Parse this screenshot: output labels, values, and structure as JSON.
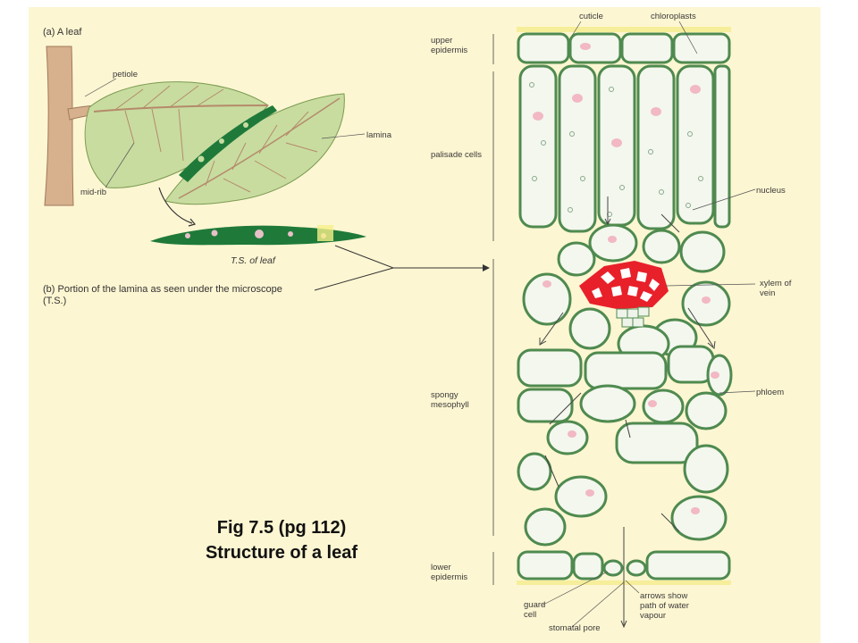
{
  "leaf_panel": {
    "title": "(a) A leaf",
    "labels": {
      "petiole": "petiole",
      "lamina": "lamina",
      "mid_rib": "mid-rib",
      "ts_of_leaf": "T.S. of leaf"
    },
    "portion_caption": "(b) Portion of the lamina as seen under the microscope (T.S.)"
  },
  "section_labels_left": {
    "upper_epidermis": "upper epidermis",
    "palisade_cells": "palisade cells",
    "spongy_mesophyll": "spongy mesophyll",
    "lower_epidermis": "lower epidermis",
    "guard_cell": "guard cell",
    "stomatal_pore": "stomatal pore"
  },
  "section_labels_right": {
    "cuticle": "cuticle",
    "chloroplasts": "chloroplasts",
    "nucleus": "nucleus",
    "xylem_of_vein": "xylem of vein",
    "phloem": "phloem",
    "arrows_show": "arrows show path of water vapour"
  },
  "figure_caption": {
    "line1": "Fig 7.5 (pg 112)",
    "line2": "Structure of a leaf"
  },
  "colors": {
    "background": "#fdf6d2",
    "cell_wall": "#4f8a4f",
    "xylem": "#e8202a",
    "leaf_light": "#c8dca0",
    "leaf_dark": "#1f7a3a",
    "nucleus": "#f2b8c4"
  }
}
